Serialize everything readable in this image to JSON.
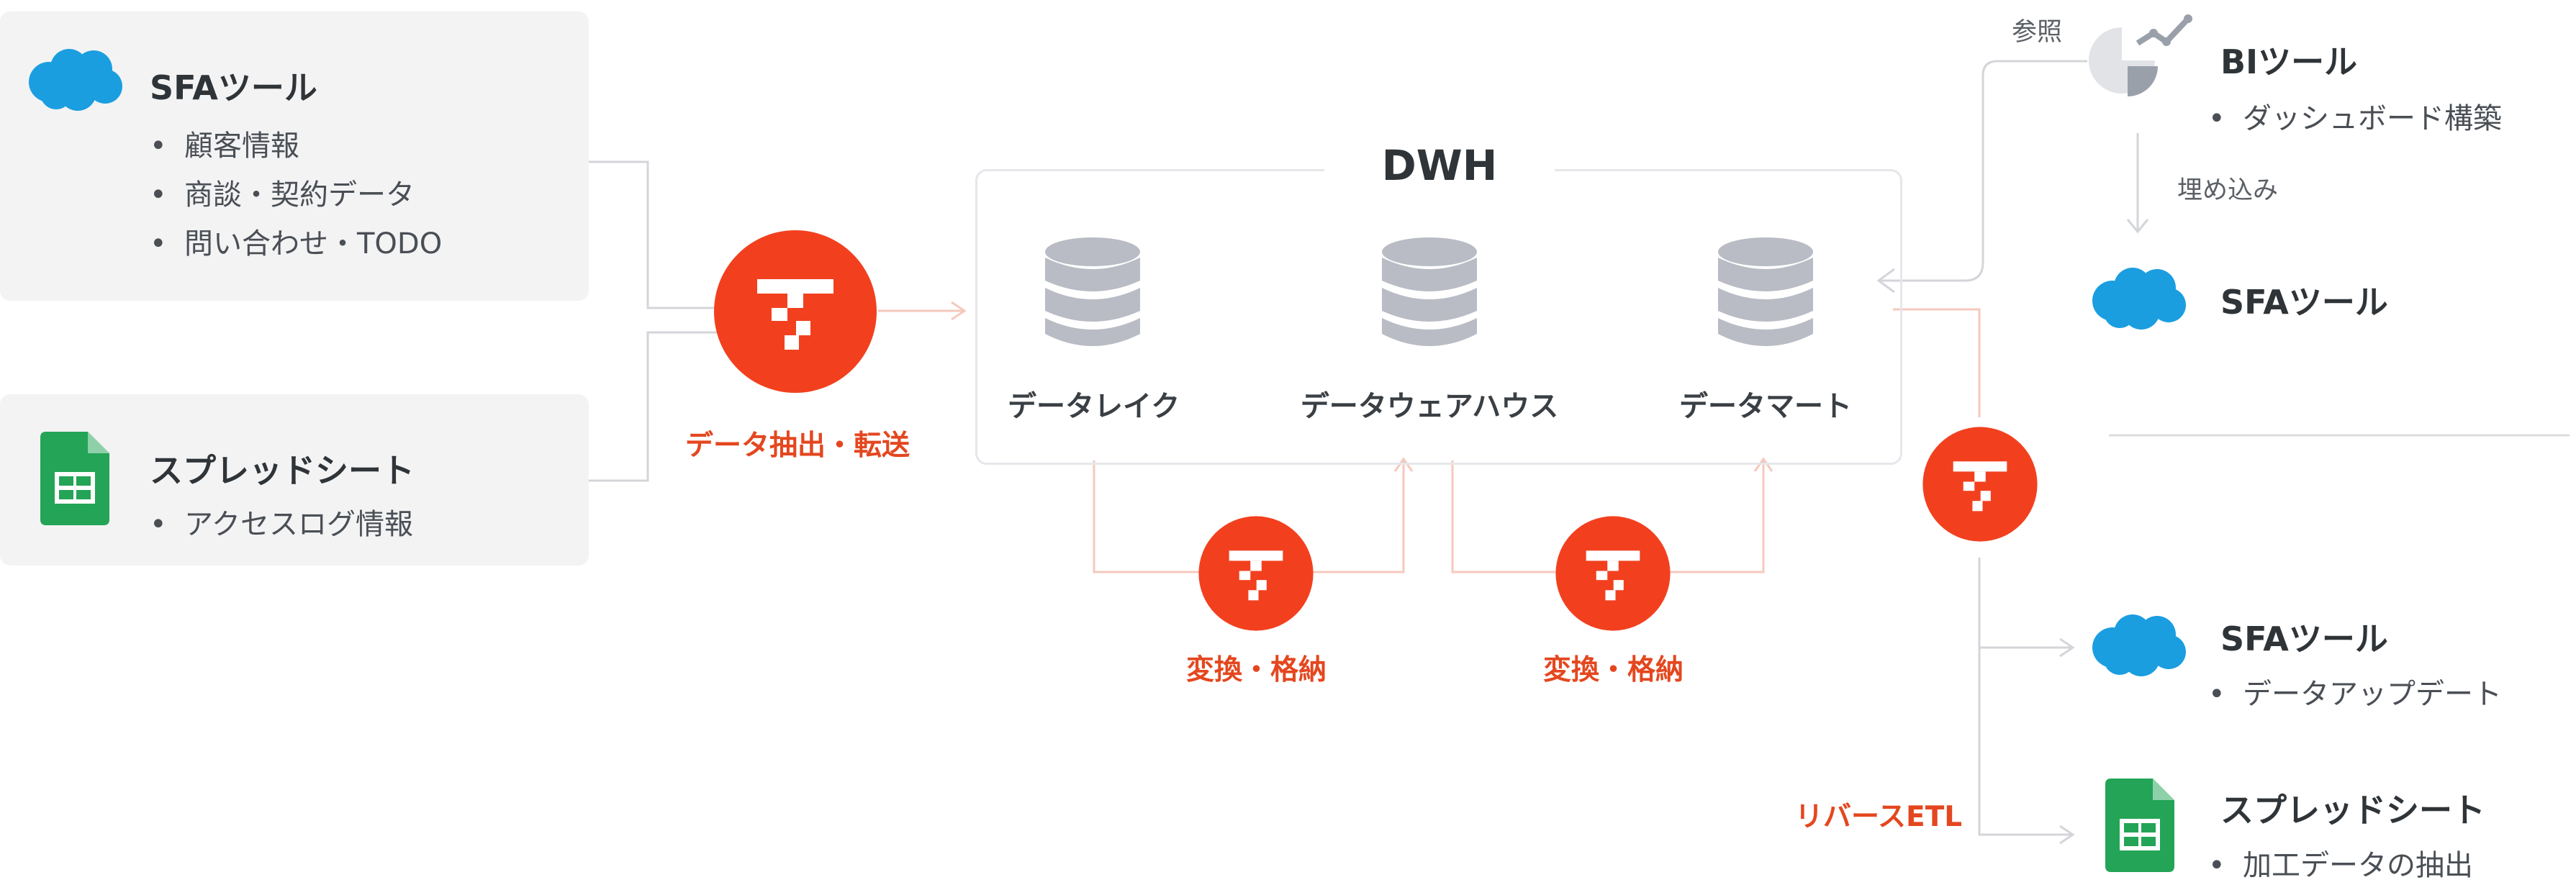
{
  "sources": {
    "sfa": {
      "title": "SFAツール",
      "icon": "salesforce-cloud-icon",
      "items": [
        "顧客情報",
        "商談・契約データ",
        "問い合わせ・TODO"
      ]
    },
    "sheet": {
      "title": "スプレッドシート",
      "icon": "google-sheets-icon",
      "items": [
        "アクセスログ情報"
      ]
    }
  },
  "extract_label": "データ抽出・転送",
  "dwh": {
    "title": "DWH",
    "stores": [
      "データレイク",
      "データウェアハウス",
      "データマート"
    ]
  },
  "transform_labels": [
    "変換・格納",
    "変換・格納"
  ],
  "reverse_etl_label": "リバースETL",
  "bi": {
    "ref_label": "参照",
    "title": "BIツール",
    "items": [
      "ダッシュボード構築"
    ],
    "embed_label": "埋め込み",
    "embed_target": "SFAツール"
  },
  "destinations": {
    "sfa": {
      "title": "SFAツール",
      "items": [
        "データアップデート"
      ]
    },
    "sheet": {
      "title": "スプレッドシート",
      "items": [
        "加工データの抽出"
      ]
    }
  },
  "colors": {
    "accent": "#f2401f",
    "text_orange": "#e4471f",
    "db_gray": "#b9bcc4",
    "box_bg": "#f3f3f4",
    "salesforce": "#1b9ee0",
    "sheets": "#23a456"
  }
}
